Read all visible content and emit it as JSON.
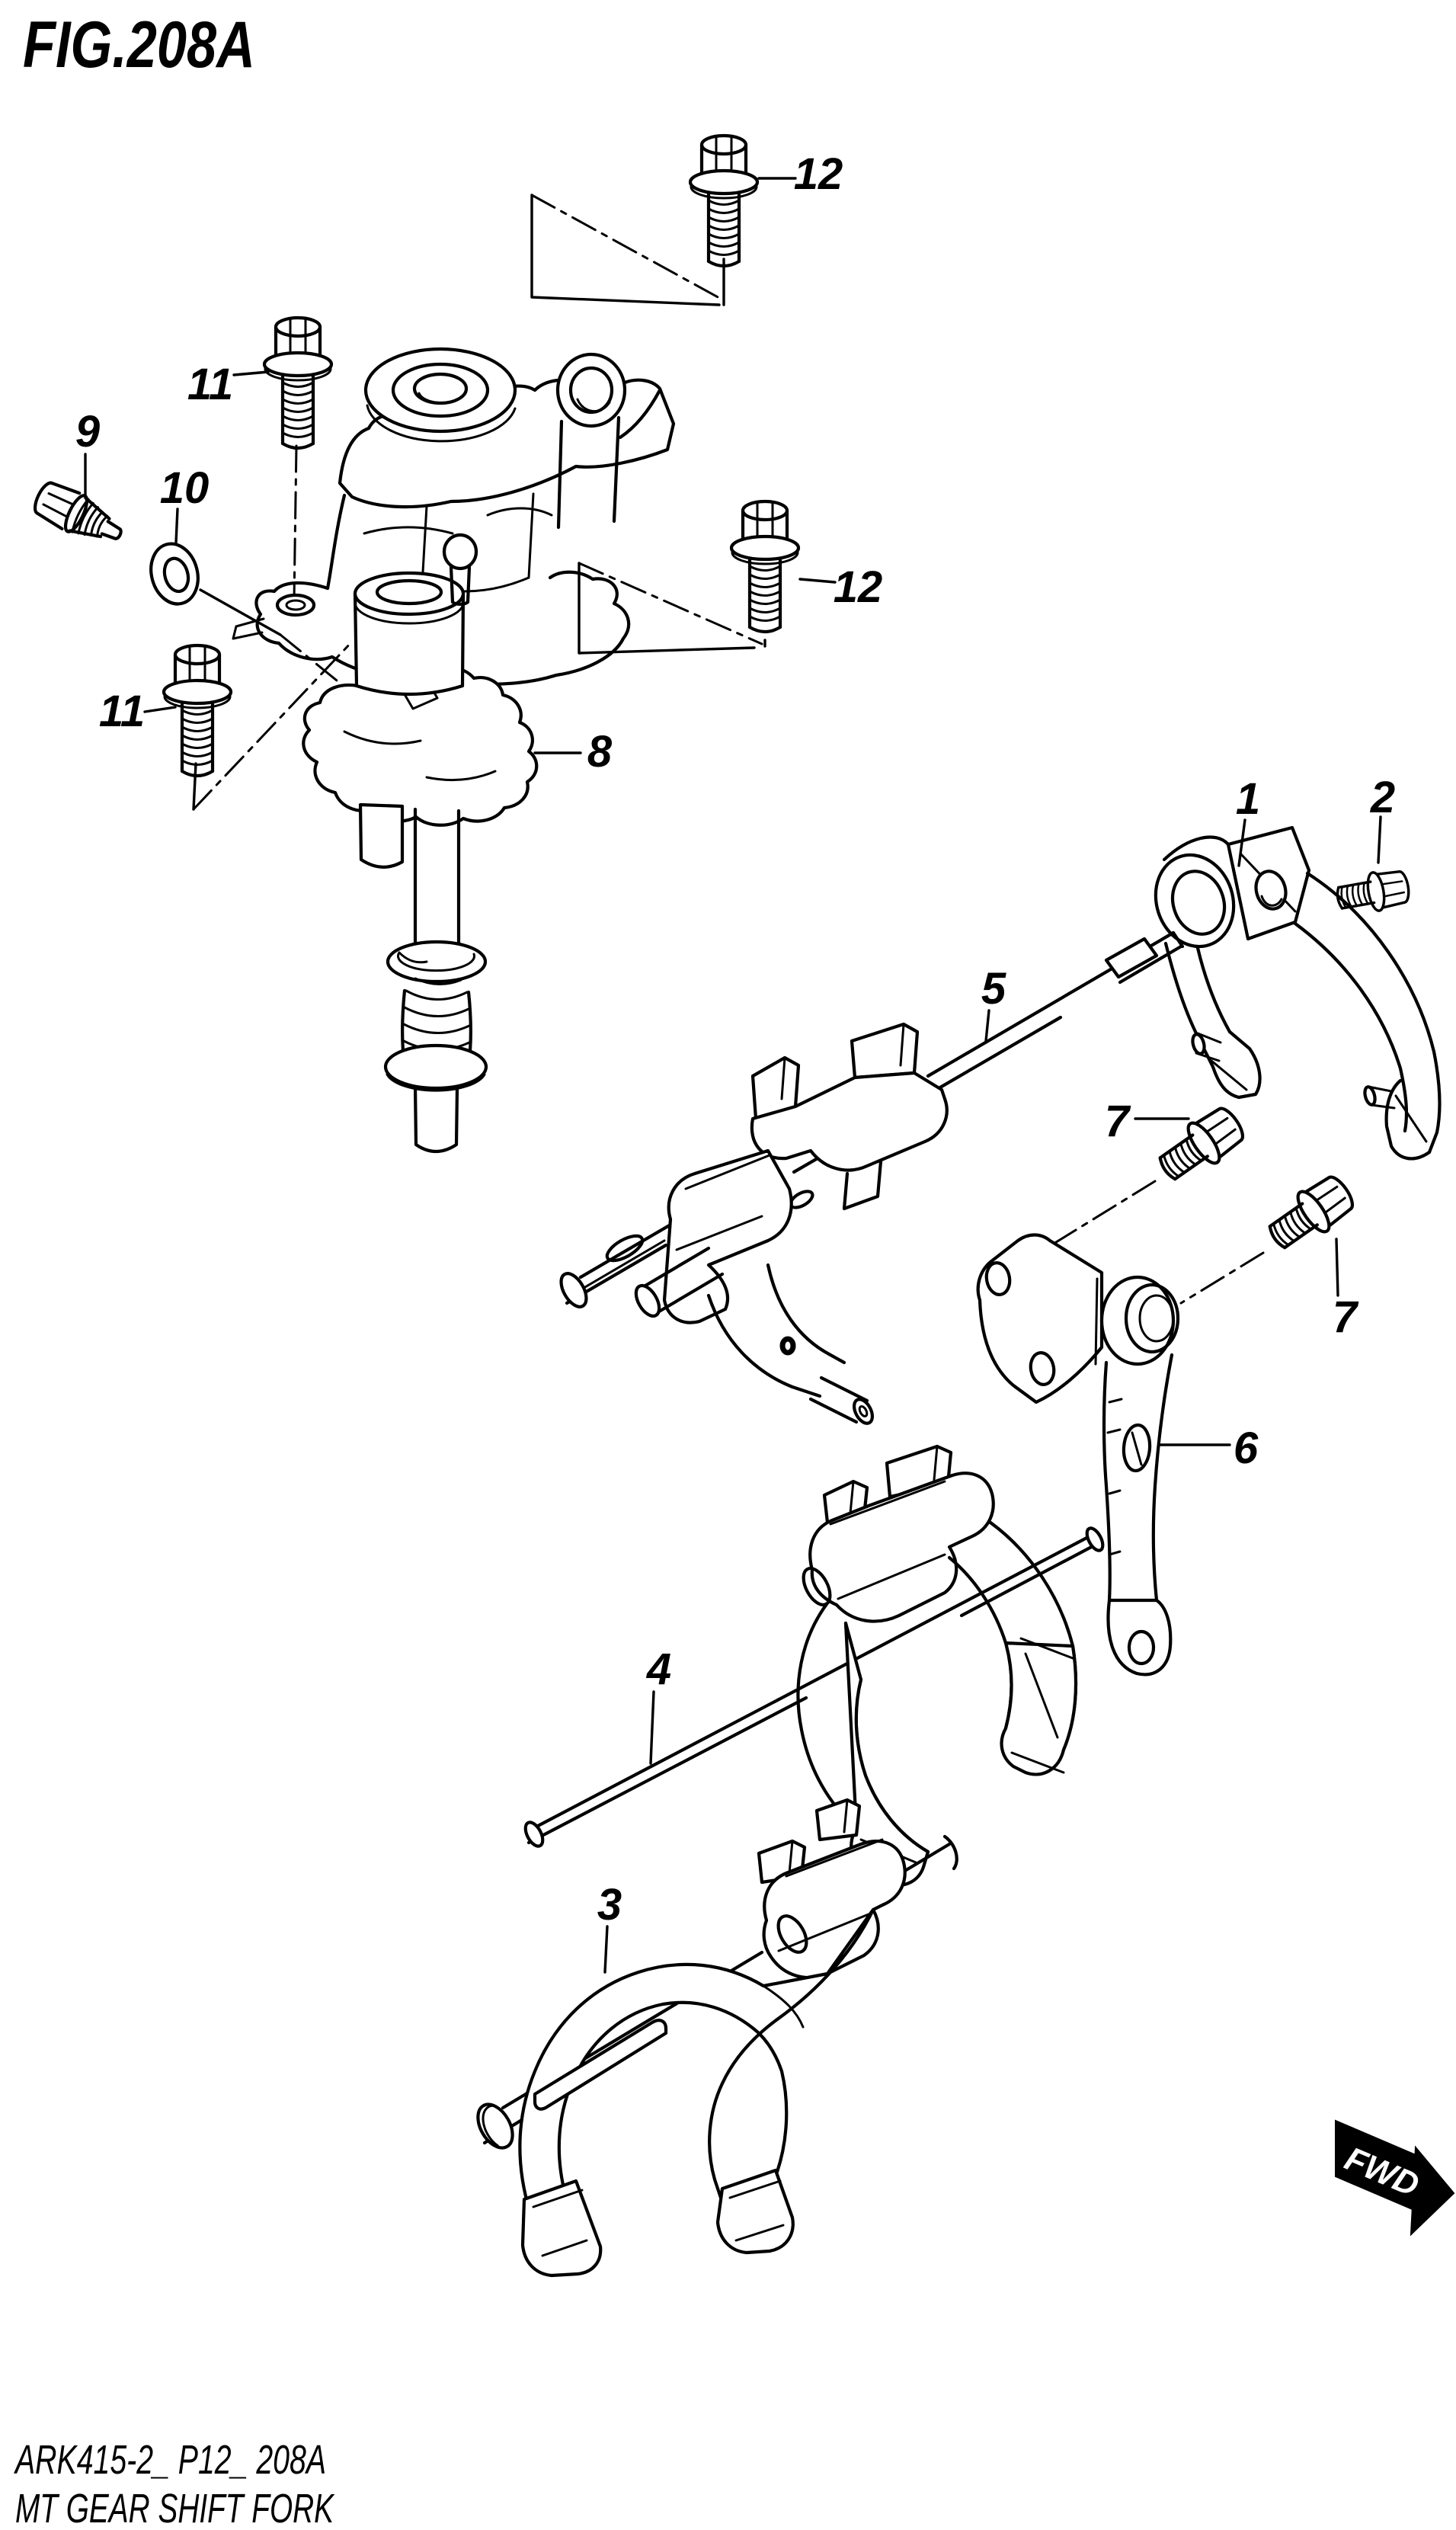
{
  "figure": {
    "title": "FIG.208A"
  },
  "footer": {
    "reference": "ARK415-2_ P12_ 208A",
    "caption": "MT GEAR SHIFT FORK"
  },
  "direction_indicator": {
    "label": "FWD"
  },
  "style": {
    "line_color": "#000000",
    "background_color": "#ffffff",
    "label_color": "#000000"
  },
  "callouts": [
    {
      "id": "callout-1",
      "label": "1"
    },
    {
      "id": "callout-2",
      "label": "2"
    },
    {
      "id": "callout-3",
      "label": "3"
    },
    {
      "id": "callout-4",
      "label": "4"
    },
    {
      "id": "callout-5",
      "label": "5"
    },
    {
      "id": "callout-6",
      "label": "6"
    },
    {
      "id": "callout-7a",
      "label": "7"
    },
    {
      "id": "callout-7b",
      "label": "7"
    },
    {
      "id": "callout-8",
      "label": "8"
    },
    {
      "id": "callout-9",
      "label": "9"
    },
    {
      "id": "callout-10",
      "label": "10"
    },
    {
      "id": "callout-11a",
      "label": "11"
    },
    {
      "id": "callout-11b",
      "label": "11"
    },
    {
      "id": "callout-12a",
      "label": "12"
    },
    {
      "id": "callout-12b",
      "label": "12"
    }
  ]
}
